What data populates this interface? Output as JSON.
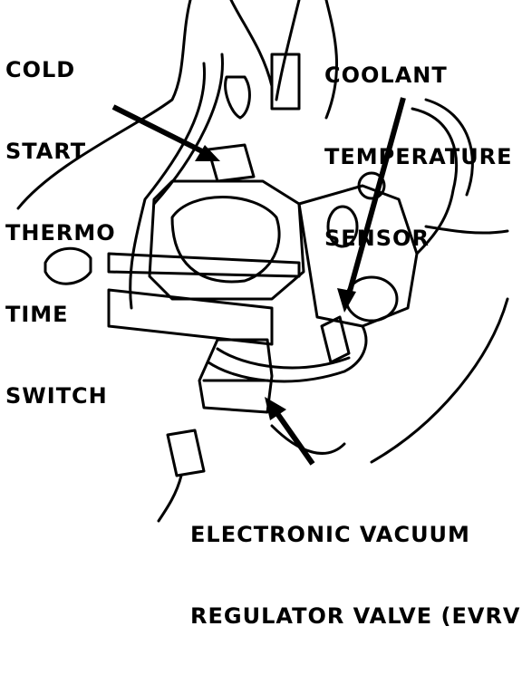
{
  "callouts": {
    "cold_start": {
      "lines": [
        "COLD",
        "START",
        "THERMO",
        "TIME",
        "SWITCH"
      ]
    },
    "coolant_sensor": {
      "lines": [
        "COOLANT",
        "TEMPERATURE",
        "SENSOR"
      ]
    },
    "evrv": {
      "lines": [
        "ELECTRONIC VACUUM",
        "REGULATOR VALVE (EVRV)"
      ]
    }
  }
}
